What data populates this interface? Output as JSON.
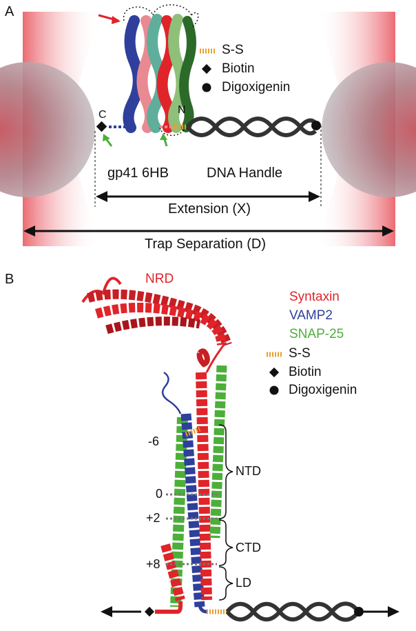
{
  "panel_a": {
    "label": "A",
    "legend": [
      {
        "text": "S-S",
        "symbol": "dashed-orange-icon",
        "color": "#e8a030"
      },
      {
        "text": "Biotin",
        "symbol": "diamond-icon"
      },
      {
        "text": "Digoxigenin",
        "symbol": "circle-icon"
      }
    ],
    "terminus_c": "C",
    "terminus_n": "N",
    "protein_label": "gp41 6HB",
    "handle_label": "DNA Handle",
    "extension_label": "Extension (X)",
    "trap_label": "Trap Separation (D)"
  },
  "panel_b": {
    "label": "B",
    "nrd_label": "NRD",
    "legend": [
      {
        "text": "Syntaxin",
        "color": "#e0242a"
      },
      {
        "text": "VAMP2",
        "color": "#2e3f9c"
      },
      {
        "text": "SNAP-25",
        "color": "#4caf3a"
      },
      {
        "text": "S-S",
        "symbol": "dashed-orange-icon",
        "color": "#e8a030"
      },
      {
        "text": "Biotin",
        "symbol": "diamond-icon"
      },
      {
        "text": "Digoxigenin",
        "symbol": "circle-icon"
      }
    ],
    "layers": [
      "-6",
      "0",
      "+2",
      "+8"
    ],
    "domains": [
      "NTD",
      "CTD",
      "LD"
    ]
  },
  "colors": {
    "syntaxin": "#e0242a",
    "vamp2": "#2e3f9c",
    "snap25": "#4caf3a",
    "disulfide": "#e8a030",
    "laser": "#e8505a",
    "bead": "#b8b8bc"
  }
}
